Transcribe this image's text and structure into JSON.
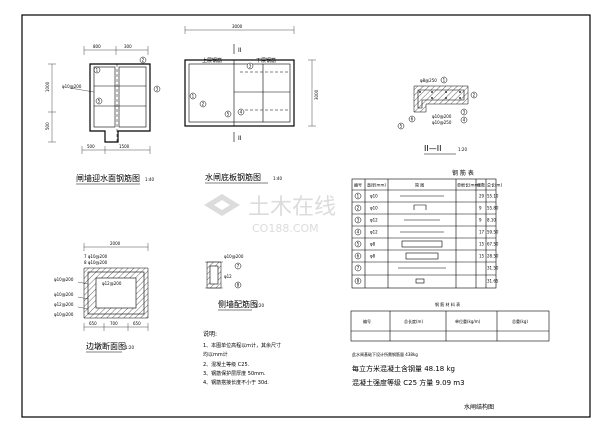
{
  "drawing": {
    "sheet_title": "水闸结构图",
    "views": {
      "front": {
        "title": "闸墙迎水面钢筋图",
        "scale": "1:40",
        "dims": {
          "top_left": "800",
          "top_right": "300",
          "side_a": "1000",
          "side_b": "500",
          "bottom_left": "500",
          "bottom_right": "1500"
        },
        "rebars": {
          "left": "φ10@200",
          "bubbles": [
            "1",
            "2",
            "3",
            "5"
          ]
        }
      },
      "base": {
        "title": "水闸底板钢筋图",
        "scale": "1:40",
        "dims": {
          "top": "3000",
          "right": "3000"
        },
        "labels": {
          "upper": "上层钢筋",
          "lower": "下层钢筋",
          "section": "II"
        },
        "bubbles": [
          "1",
          "2",
          "3",
          "4",
          "5"
        ]
      },
      "section": {
        "title": "II—II",
        "scale": "1:20",
        "rebars": [
          "φ8@250",
          "φ10@200",
          "φ10@250"
        ],
        "bubbles": [
          "1",
          "2",
          "3",
          "4",
          "5",
          "6"
        ]
      },
      "pier": {
        "title": "边墩断面图",
        "scale": "1:20",
        "dims": {
          "top": "2000",
          "bottom_a": "650",
          "bottom_b": "700",
          "bottom_c": "650"
        },
        "rebars": [
          "7 φ10@200",
          "8 φ10@200",
          "φ12@200",
          "φ10@200",
          "φ10@200",
          "φ12@200",
          "φ10@200"
        ]
      },
      "wing": {
        "title": "侧墙配筋图",
        "scale": "1:20",
        "rebars": [
          "φ10@200",
          "φ12"
        ],
        "bubbles": [
          "7",
          "8"
        ]
      }
    },
    "notes": {
      "heading": "说明:",
      "lines": [
        "1、本图单位高程以m计，其余尺寸",
        "均以mm计",
        "2、混凝土等级 C25.",
        "3、钢筋保护层厚度 50mm.",
        "4、钢筋搭接长度不小于 30d."
      ]
    },
    "rebar_table": {
      "title": "钢 筋 表",
      "headers": [
        "编号",
        "直径(mm)",
        "简 图",
        "单根长(mm)",
        "根数",
        "总长(m)"
      ],
      "rows": [
        {
          "no": "1",
          "dia": "φ10",
          "count": "29",
          "total": "55.10"
        },
        {
          "no": "2",
          "dia": "φ10",
          "count": "9",
          "total": "55.80"
        },
        {
          "no": "3",
          "dia": "φ12",
          "count": "9",
          "total": "8.10"
        },
        {
          "no": "4",
          "dia": "φ12",
          "count": "17",
          "total": "59.50"
        },
        {
          "no": "5",
          "dia": "φ8",
          "count": "15",
          "total": "67.50"
        },
        {
          "no": "6",
          "dia": "φ8",
          "count": "15",
          "total": "28.50"
        },
        {
          "no": "7",
          "dia": "",
          "count": "",
          "total": "31.50"
        },
        {
          "no": "8",
          "dia": "",
          "count": "",
          "total": "31.65"
        }
      ]
    },
    "material_table": {
      "title": "钢 筋 材 料 表",
      "headers": [
        "编号",
        "总长度(m)",
        "单位重(kg/m)",
        "总重(kg)"
      ]
    },
    "summary": [
      "此水闸基础下设计所需钢筋量 438kg",
      "每立方米混凝土含钢量 48.18 kg",
      "混凝土强度等级 C25 方量 9.09 m3"
    ],
    "watermark": {
      "brand": "土木在线",
      "site": "CO188.COM"
    }
  }
}
